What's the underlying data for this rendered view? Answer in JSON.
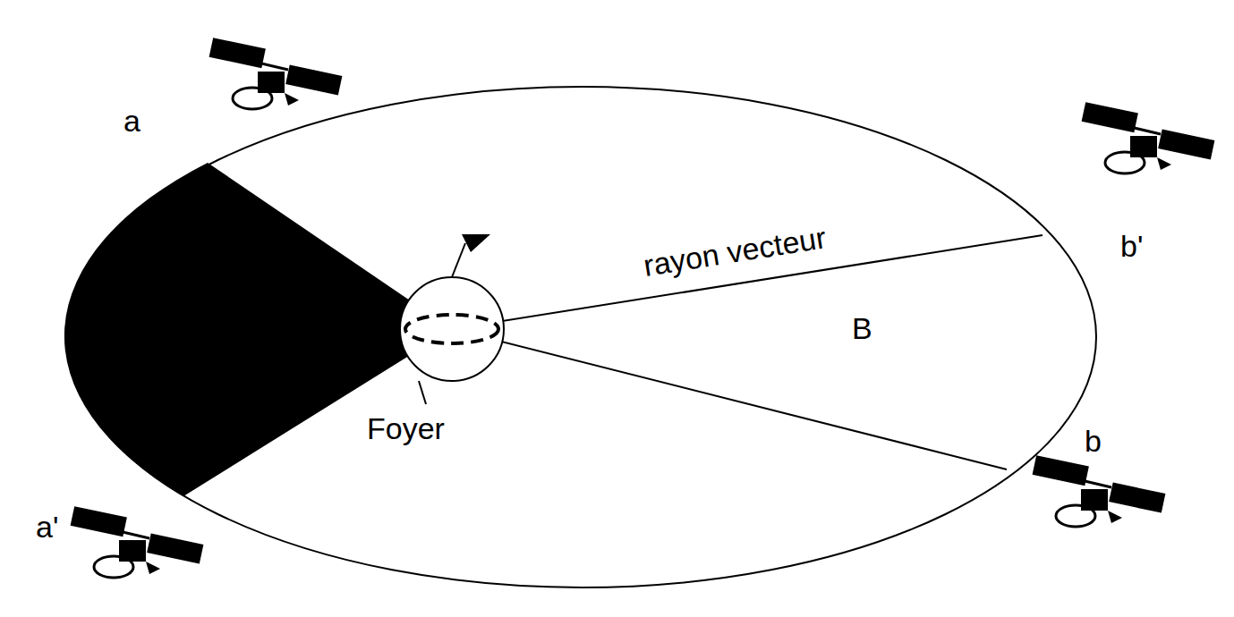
{
  "diagram": {
    "labels": [
      "a",
      "a'",
      "b'",
      "rayon vecteur",
      "B",
      "Foyer",
      "b"
    ]
  }
}
